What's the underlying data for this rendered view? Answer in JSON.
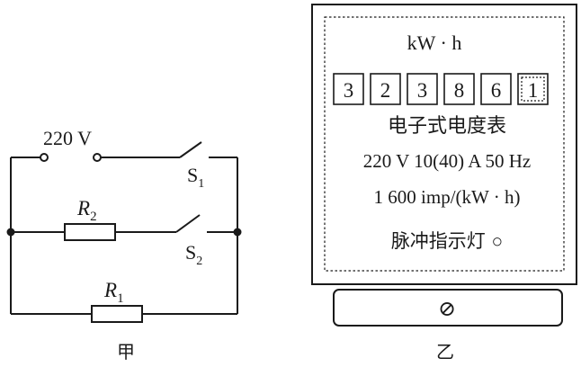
{
  "circuit": {
    "supply_label": "220 V",
    "r2_symbol": "R",
    "r2_sub": "2",
    "r1_symbol": "R",
    "r1_sub": "1",
    "s1_symbol": "S",
    "s1_sub": "1",
    "s2_symbol": "S",
    "s2_sub": "2",
    "caption": "甲"
  },
  "meter": {
    "unit": "kW · h",
    "digits": [
      "3",
      "2",
      "3",
      "8",
      "6",
      "1"
    ],
    "last_digit_dashed": true,
    "title": "电子式电度表",
    "rating": "220 V 10(40) A 50 Hz",
    "constant": "1 600 imp/(kW · h)",
    "indicator_label": "脉冲指示灯",
    "indicator_symbol": "○",
    "base_symbol": "⊘",
    "caption": "乙"
  }
}
